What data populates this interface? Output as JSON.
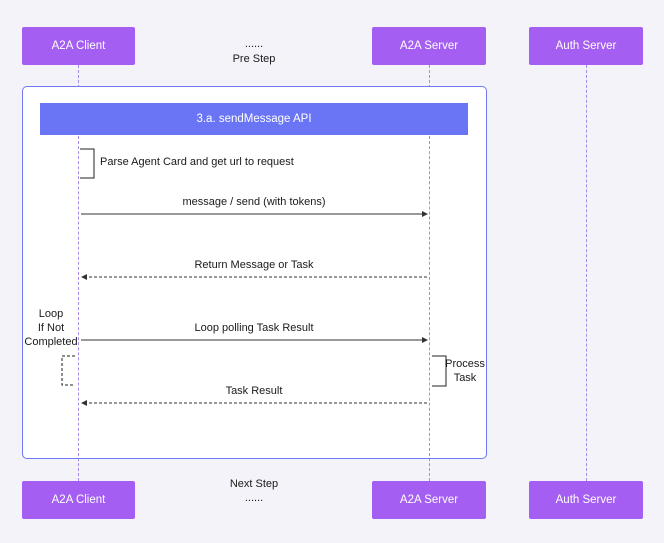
{
  "participants": {
    "client": "A2A Client",
    "server": "A2A Server",
    "auth": "Auth Server"
  },
  "pre_step": {
    "dots": "......",
    "label": "Pre Step"
  },
  "next_step": {
    "label": "Next Step",
    "dots": "......"
  },
  "frame": {
    "title": "3.a. sendMessage API",
    "self_note": "Parse Agent Card and get url to request",
    "messages": {
      "send": "message / send (with tokens)",
      "return": "Return Message or Task",
      "poll": "Loop polling Task Result",
      "result": "Task Result"
    },
    "loop_note": [
      "Loop",
      "If Not",
      "Completed"
    ],
    "process_note": [
      "Process",
      "Task"
    ]
  },
  "colors": {
    "background": "#f3f3f9",
    "participant": "#a45ef2",
    "frame_border": "#6f79f3",
    "api_bar": "#6a75f5",
    "lifeline": "#a78be8"
  }
}
